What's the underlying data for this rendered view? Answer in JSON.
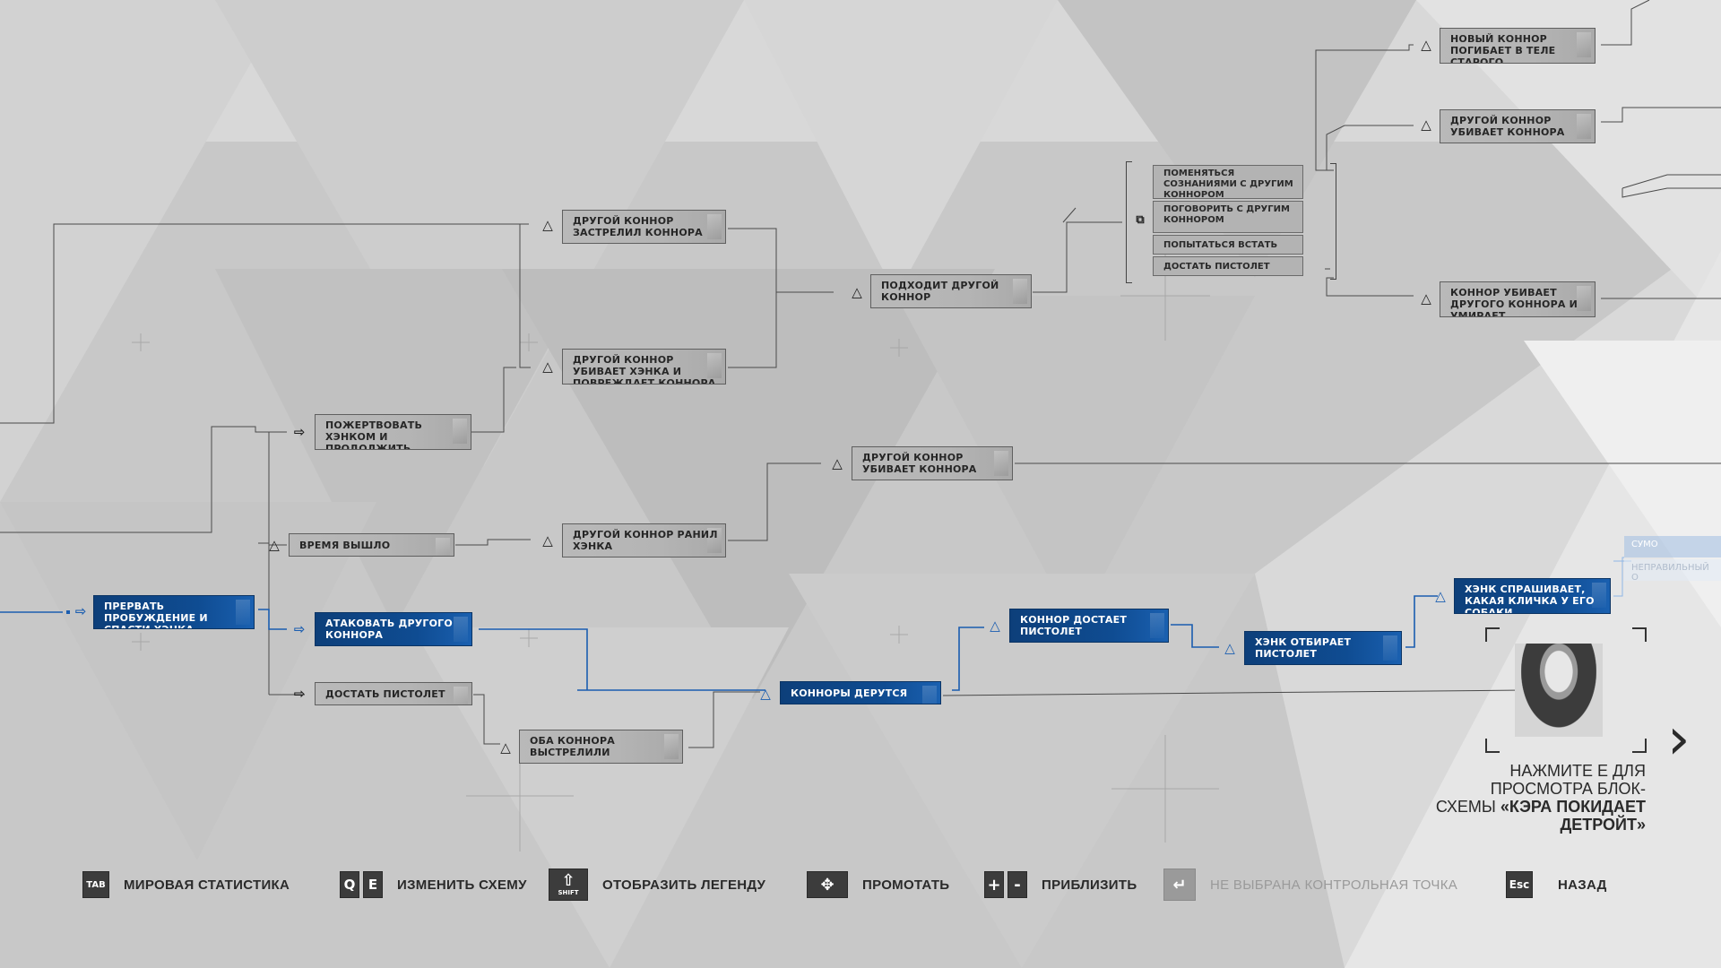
{
  "flowchart": {
    "nodes": {
      "n_abort": "ПРЕРВАТЬ ПРОБУЖДЕНИЕ И СПАСТИ ХЭНКА",
      "n_sacrifice": "ПОЖЕРТВОВАТЬ ХЭНКОМ И ПРОДОЛЖИТЬ ПРОБУЖДЕНИЕ",
      "n_timeout": "ВРЕМЯ ВЫШЛО",
      "n_attack": "АТАКОВАТЬ ДРУГОГО КОННОРА",
      "n_gun": "ДОСТАТЬ ПИСТОЛЕТ",
      "n_shot_connor": "ДРУГОЙ КОННОР ЗАСТРЕЛИЛ КОННОРА",
      "n_kills_hank": "ДРУГОЙ КОННОР УБИВАЕТ ХЭНКА И ПОВРЕЖДАЕТ КОННОРА",
      "n_wounded_hank": "ДРУГОЙ КОННОР РАНИЛ ХЭНКА",
      "n_both_shot": "ОБА КОННОРА ВЫСТРЕЛИЛИ",
      "n_approaches": "ПОДХОДИТ ДРУГОЙ КОННОР",
      "n_kills_connor": "ДРУГОЙ КОННОР УБИВАЕТ КОННОРА",
      "n_fight": "КОННОРЫ ДЕРУТСЯ",
      "n_pulls_gun": "КОННОР ДОСТАЕТ ПИСТОЛЕТ",
      "n_takes_gun": "ХЭНК ОТБИРАЕТ ПИСТОЛЕТ",
      "n_asks": "ХЭНК СПРАШИВАЕТ, КАКАЯ КЛИЧКА У ЕГО СОБАКИ",
      "n_new_dies": "НОВЫЙ КОННОР ПОГИБАЕТ В ТЕЛЕ СТАРОГО",
      "n_other_kills": "ДРУГОЙ КОННОР УБИВАЕТ КОННОРА",
      "n_kills_dies": "КОННОР УБИВАЕТ ДРУГОГО КОННОРА И УМИРАЕТ"
    },
    "choices": [
      "ПОМЕНЯТЬСЯ СОЗНАНИЯМИ С ДРУГИМ КОННОРОМ",
      "ПОГОВОРИТЬ С ДРУГИМ КОННОРОМ",
      "ПОПЫТАТЬСЯ ВСТАТЬ",
      "ДОСТАТЬ ПИСТОЛЕТ"
    ],
    "ghost_options": [
      "СУМО",
      "НЕПРАВИЛЬНЫЙ О"
    ]
  },
  "preview": {
    "prompt_prefix": "НАЖМИТЕ E ДЛЯ ПРОСМОТРА БЛОК-СХЕМЫ",
    "prompt_target": "«КЭРА ПОКИДАЕТ ДЕТРОЙТ»"
  },
  "bottom_bar": {
    "items": [
      {
        "keys": [
          "TAB"
        ],
        "label": "МИРОВАЯ СТАТИСТИКА"
      },
      {
        "keys": [
          "Q",
          "E"
        ],
        "label": "ИЗМЕНИТЬ СХЕМУ"
      },
      {
        "keys": [
          "SHIFT"
        ],
        "label": "ОТОБРАЗИТЬ ЛЕГЕНДУ"
      },
      {
        "keys": [
          "✥"
        ],
        "label": "ПРОМОТАТЬ"
      },
      {
        "keys": [
          "+",
          "-"
        ],
        "label": "ПРИБЛИЗИТЬ"
      },
      {
        "keys": [
          "↵"
        ],
        "label": "НЕ ВЫБРАНА КОНТРОЛЬНАЯ ТОЧКА"
      },
      {
        "keys": [
          "Esc"
        ],
        "label": "НАЗАД"
      }
    ]
  },
  "colors": {
    "background": "#c9c9c9",
    "node_gray": "#b4b4b4",
    "node_blue": "#0f4c92",
    "wire_gray": "#4a4a4a",
    "wire_blue": "#1a5db0",
    "text_dark": "#262626"
  }
}
